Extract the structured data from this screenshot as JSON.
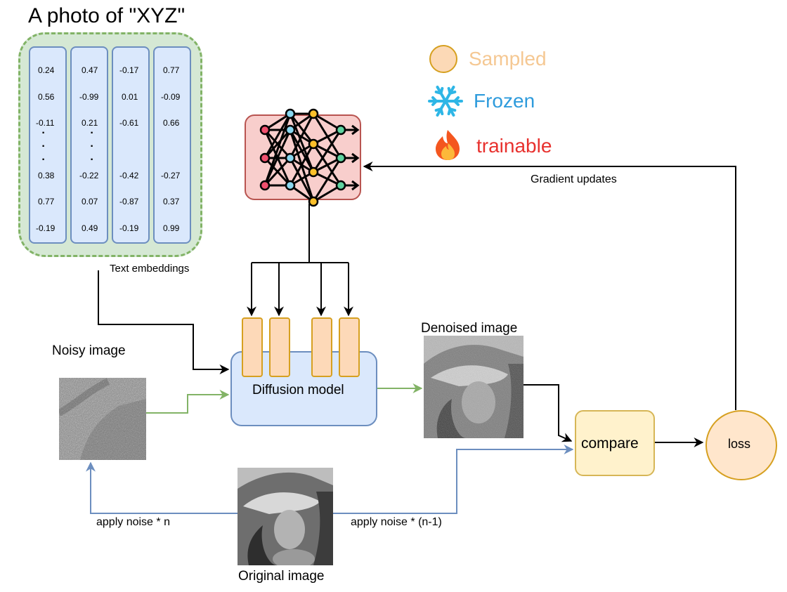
{
  "prompt_title": "A photo of \"XYZ\"",
  "embeddings": {
    "columns": [
      {
        "top": [
          "0.24",
          "0.56",
          "-0.11"
        ],
        "bottom": [
          "0.38",
          "0.77",
          "-0.19"
        ]
      },
      {
        "top": [
          "0.47",
          "-0.99",
          "0.21"
        ],
        "bottom": [
          "-0.22",
          "0.07",
          "0.49"
        ]
      },
      {
        "top": [
          "-0.17",
          "0.01",
          "-0.61"
        ],
        "bottom": [
          "-0.42",
          "-0.87",
          "-0.19"
        ]
      },
      {
        "top": [
          "0.77",
          "-0.09",
          "0.66"
        ],
        "bottom": [
          "-0.27",
          "0.37",
          "0.99"
        ]
      }
    ],
    "label": "Text embeddings"
  },
  "legend": {
    "sampled": "Sampled",
    "frozen": "Frozen",
    "trainable": "trainable",
    "frozen_icon": "snowflake-icon",
    "trainable_icon": "flame-icon",
    "colors": {
      "sampled": "#f5c893",
      "frozen": "#2e9bdc",
      "trainable": "#e8312e"
    }
  },
  "network_icon": "neural-network-icon",
  "diffusion_model": "Diffusion model",
  "compare": "compare",
  "loss": "loss",
  "labels": {
    "noisy_image": "Noisy image",
    "denoised_image": "Denoised image",
    "original_image": "Original image",
    "gradient_updates": "Gradient updates",
    "apply_noise_n": "apply noise * n",
    "apply_noise_n_minus_1": "apply noise * (n-1)"
  },
  "colors": {
    "green_arrow": "#82b366",
    "blue_arrow": "#6c8ebf",
    "black_arrow": "#000000"
  }
}
